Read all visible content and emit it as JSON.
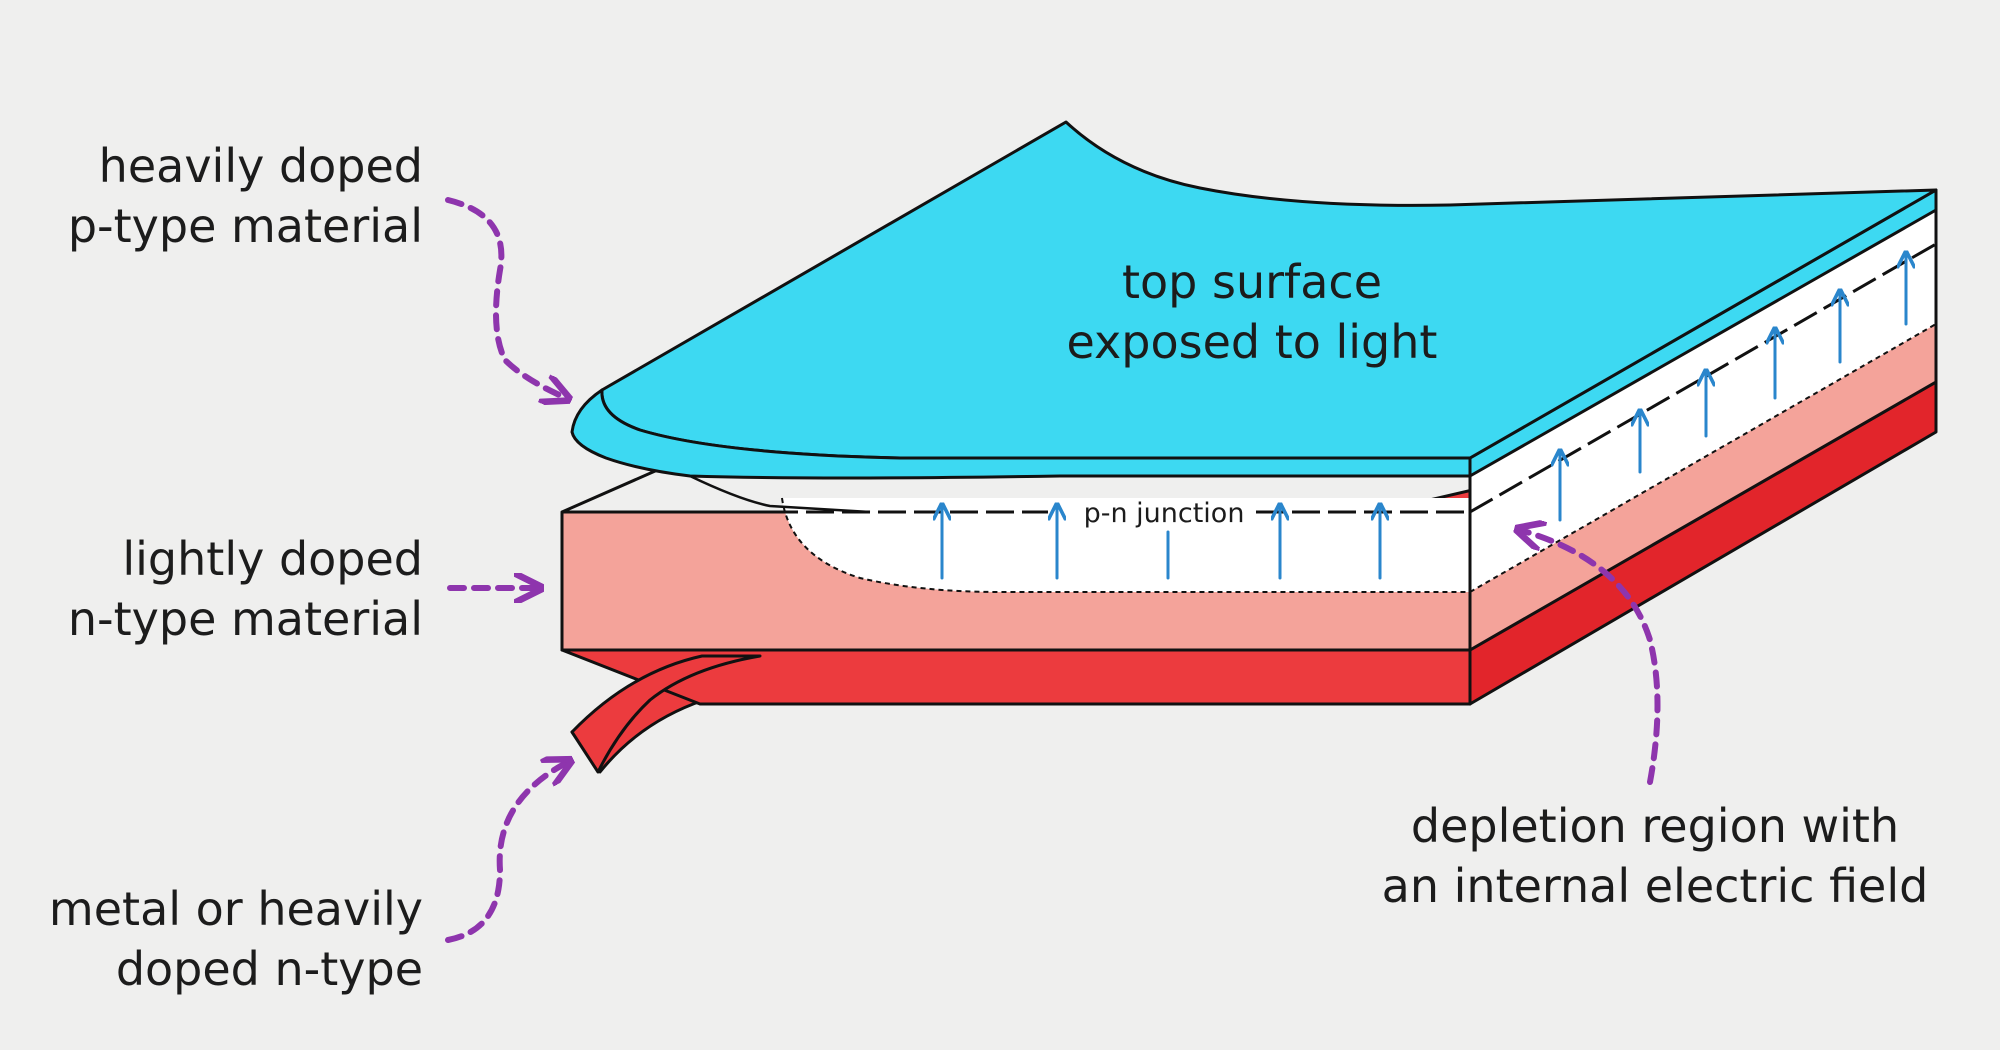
{
  "labels": {
    "p_type_line1": "heavily doped",
    "p_type_line2": "p-type material",
    "n_type_line1": "lightly doped",
    "n_type_line2": "n-type material",
    "metal_line1": "metal or heavily",
    "metal_line2": "doped n-type",
    "top_surface_line1": "top surface",
    "top_surface_line2": "exposed to light",
    "junction": "p-n junction",
    "depletion_line1": "depletion region with",
    "depletion_line2": "an internal electric field"
  },
  "colors": {
    "background": "#efefee",
    "p_layer": "#3dd9f2",
    "n_layer": "#f4a39a",
    "metal_layer": "#ec3b3e",
    "depletion": "#ffffff",
    "field_arrows": "#2a86cc",
    "callout_arrows": "#8e35ad",
    "outline": "#111111"
  }
}
